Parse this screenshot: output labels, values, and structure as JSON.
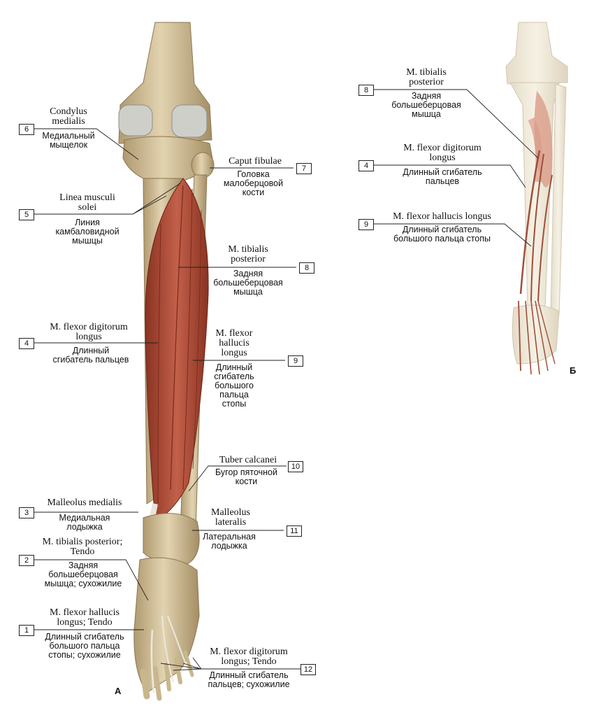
{
  "panels": {
    "a": "А",
    "b": "Б"
  },
  "labels": [
    {
      "id": "condylus",
      "num": "6",
      "latin": "Condylus\nmedialis",
      "russian": "Медиальный\nмыщелок"
    },
    {
      "id": "caput",
      "num": "7",
      "latin": "Caput fibulae",
      "russian": "Головка\nмалоберцовой\nкости"
    },
    {
      "id": "linea",
      "num": "5",
      "latin": "Linea musculi\nsolei",
      "russian": "Линия\nкамбаловидной\nмышцы"
    },
    {
      "id": "tibpost",
      "num": "8",
      "latin": "M. tibialis\nposterior",
      "russian": "Задняя\nбольшеберцовая\nмышца"
    },
    {
      "id": "fdl",
      "num": "4",
      "latin": "M. flexor digitorum\nlongus",
      "russian": "Длинный\nсгибатель пальцев"
    },
    {
      "id": "fhl",
      "num": "9",
      "latin": "M. flexor\nhallucis\nlongus",
      "russian": "Длинный\nсгибатель\nбольшого\nпальца\nстопы"
    },
    {
      "id": "tuber",
      "num": "10",
      "latin": "Tuber calcanei",
      "russian": "Бугор пяточной\nкости"
    },
    {
      "id": "malmed",
      "num": "3",
      "latin": "Malleolus medialis",
      "russian": "Медиальная\nлодыжка"
    },
    {
      "id": "mallat",
      "num": "11",
      "latin": "Malleolus\nlateralis",
      "russian": "Латеральная\nлодыжка"
    },
    {
      "id": "tibtendo",
      "num": "2",
      "latin": "M. tibialis posterior;\nTendo",
      "russian": "Задняя\nбольшеберцовая\nмышца; сухожилие"
    },
    {
      "id": "fhltendo",
      "num": "1",
      "latin": "M. flexor hallucis\nlongus; Tendo",
      "russian": "Длинный сгибатель\nбольшого пальца\nстопы; сухожилие"
    },
    {
      "id": "fdltendo",
      "num": "12",
      "latin": "M. flexor digitorum\nlongus; Tendo",
      "russian": "Длинный сгибатель\nпальцев; сухожилие"
    },
    {
      "id": "b_tibpost",
      "num": "8",
      "latin": "M. tibialis\nposterior",
      "russian": "Задняя\nбольшеберцовая\nмышца"
    },
    {
      "id": "b_fdl",
      "num": "4",
      "latin": "M. flexor digitorum\nlongus",
      "russian": "Длинный сгибатель\nпальцев"
    },
    {
      "id": "b_fhl",
      "num": "9",
      "latin": "M. flexor hallucis longus",
      "russian": "Длинный сгибатель\nбольшого пальца стопы"
    }
  ],
  "colors": {
    "bone": "#d9c8a3",
    "bone_shadow": "#a8936a",
    "muscle": "#b4523a",
    "muscle_dark": "#7e2f1e",
    "cartilage": "#c9c9c4",
    "tendon": "#e6e2d8",
    "ghost_bone": "#efe8d6",
    "ghost_muscle": "#d9917d"
  }
}
